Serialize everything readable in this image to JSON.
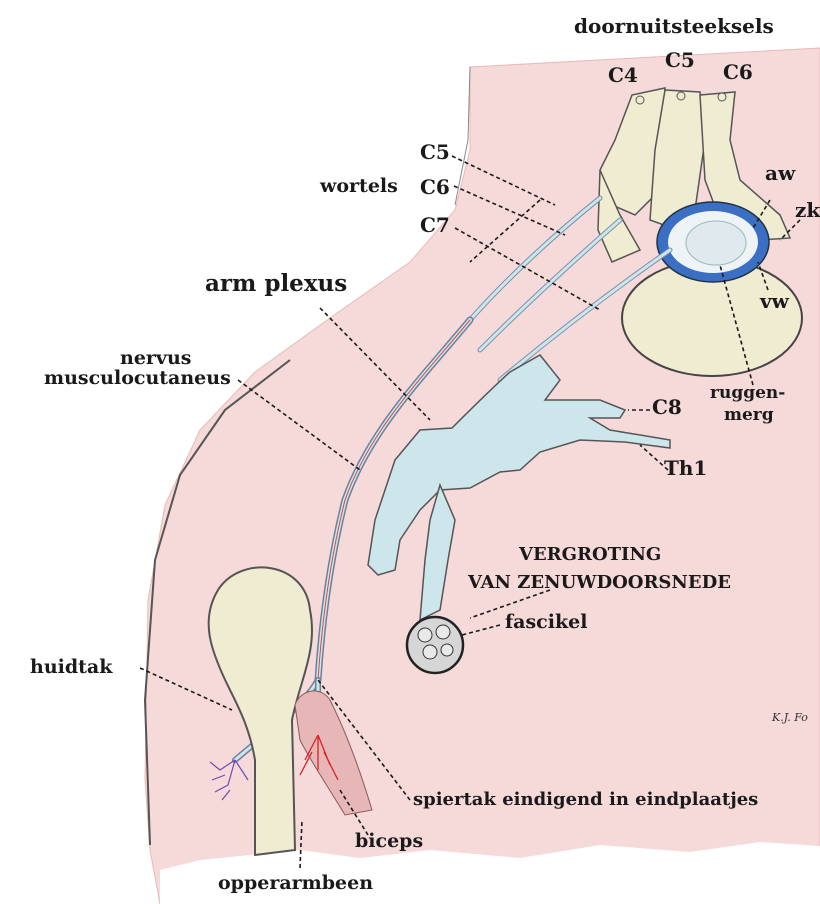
{
  "labels": {
    "doornuitsteeksels": "doornuitsteeksels",
    "c4_top": "C4",
    "c5_top": "C5",
    "c6_top": "C6",
    "c5_root": "C5",
    "wortels": "wortels",
    "c6_root": "C6",
    "c7_root": "C7",
    "aw": "aw",
    "zk": "zk",
    "vw": "vw",
    "arm_plexus": "arm plexus",
    "nervus": "nervus",
    "musculocutaneus": "musculocutaneus",
    "ruggen": "ruggen-",
    "merg": "merg",
    "c8": "C8",
    "th1": "Th1",
    "vergroting": "VERGROTING",
    "van_zenuwdoorsnede": "VAN ZENUWDOORSNEDE",
    "fascikel": "fascikel",
    "huidtak": "huidtak",
    "spiertak": "spiertak eindigend in eindplaatjes",
    "biceps": "biceps",
    "opperarmbeen": "opperarmbeen",
    "signature": "K.J. Fo"
  },
  "colors": {
    "skin": "#f6d9d9",
    "bone": "#f0ecd2",
    "nerve": "#cde6ec",
    "cord_ring": "#3a6fc4",
    "muscle": "#e7b7b7",
    "ink": "#1a1a1a"
  }
}
